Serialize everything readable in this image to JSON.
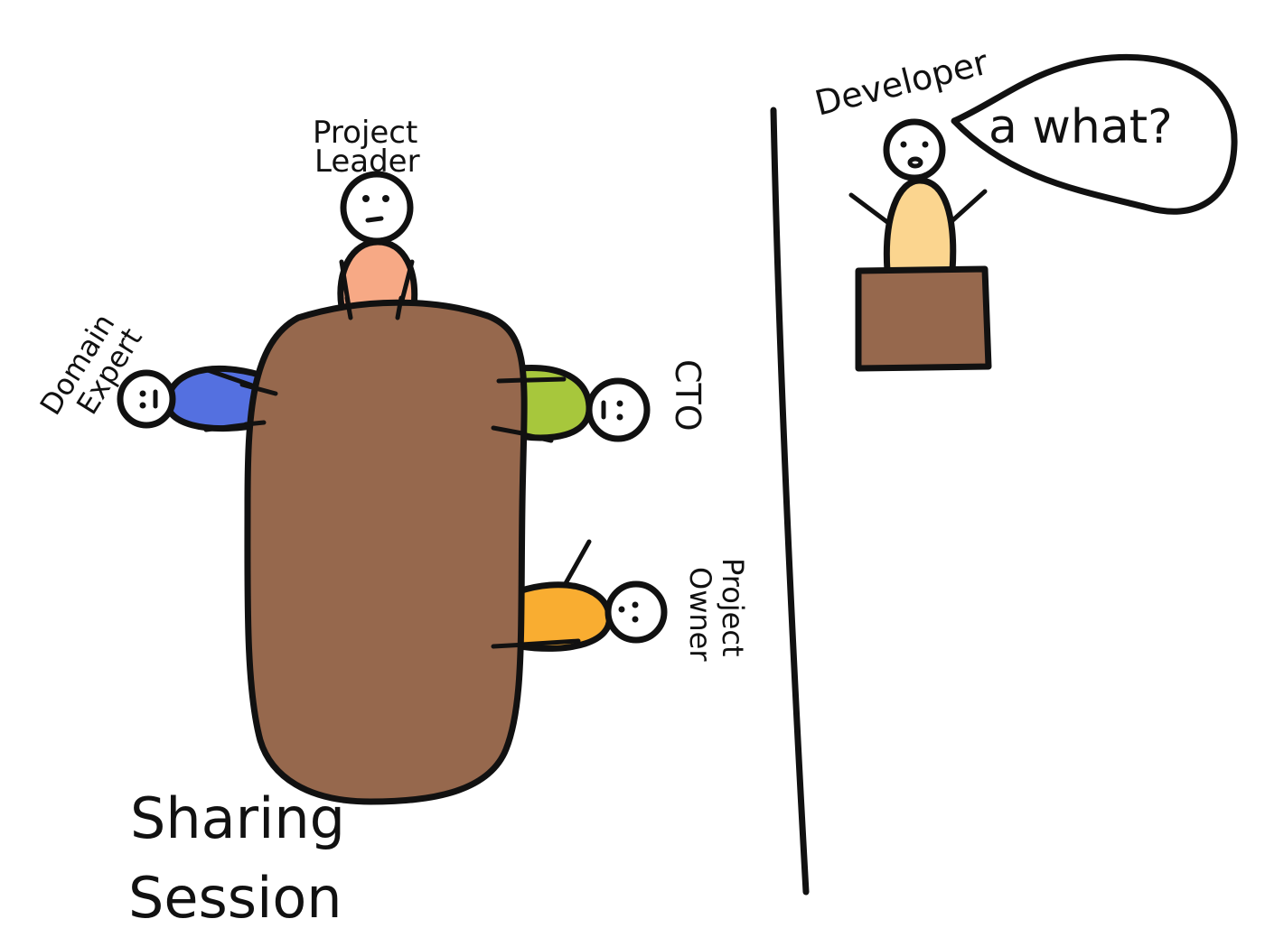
{
  "labels": {
    "project_leader_line1": "Project",
    "project_leader_line2": "Leader",
    "domain_expert_line1": "Domain",
    "domain_expert_line2": "Expert",
    "cto": "CTO",
    "project_owner_line1": "Project",
    "project_owner_line2": "Owner",
    "developer": "Developer",
    "speech": "a what?",
    "caption_line1": "Sharing",
    "caption_line2": "Session"
  },
  "colors": {
    "table": "#96684d",
    "podium": "#96684d",
    "project_leader": "#f7a985",
    "domain_expert": "#5470e0",
    "cto": "#a7c73c",
    "project_owner": "#f9ad31",
    "developer": "#fbd58f",
    "ink": "#111111"
  }
}
